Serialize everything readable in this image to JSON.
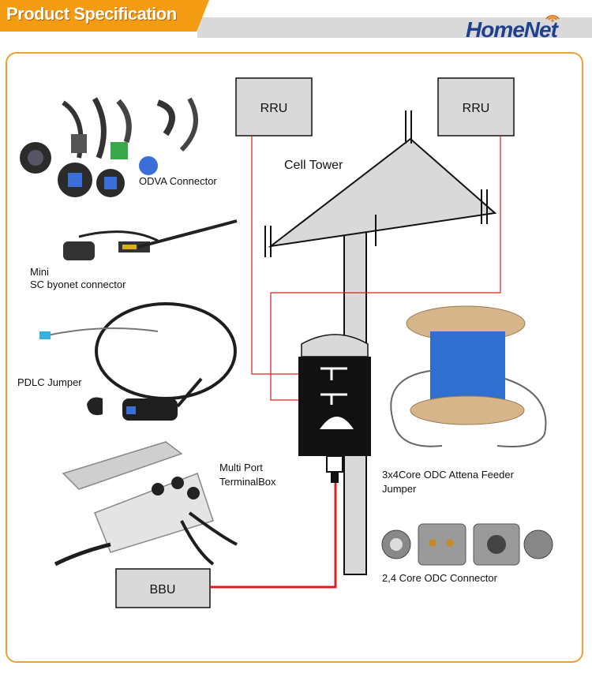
{
  "header": {
    "title": "Product Specification",
    "brand": "HomeNet"
  },
  "diagram": {
    "boxes": {
      "rru_left": "RRU",
      "rru_right": "RRU",
      "bbu": "BBU"
    },
    "tower_label": "Cell Tower"
  },
  "products": {
    "odva": "ODVA Connector",
    "mini_sc_line1": "Mini",
    "mini_sc_line2": "SC  byonet connector",
    "pdlc": "PDLC Jumper",
    "terminal_line1": "Multi Port",
    "terminal_line2": "TerminalBox",
    "feeder_line1": "3x4Core ODC Attena Feeder",
    "feeder_line2": "Jumper",
    "odc": "2,4 Core ODC Connector"
  },
  "colors": {
    "accent_orange": "#f39c12",
    "brand_blue": "#1f3f8f",
    "signal_red": "#d92020"
  }
}
